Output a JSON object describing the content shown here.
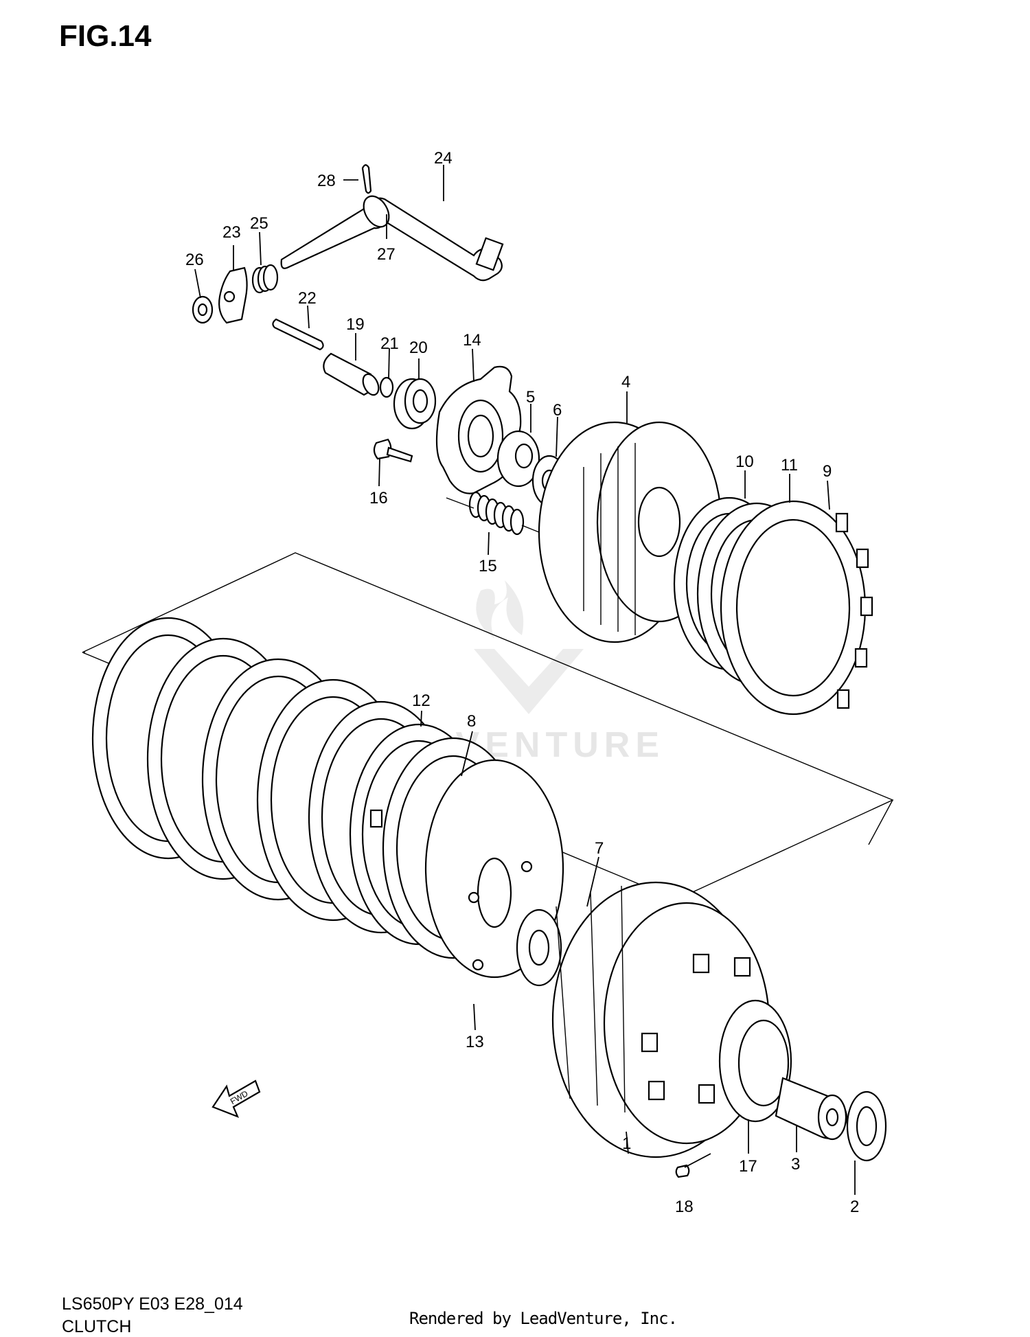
{
  "figure": {
    "title": "FIG.14",
    "model_code": "LS650PY E03 E28_014",
    "section_name": "CLUTCH",
    "credit": "Rendered by LeadVenture, Inc.",
    "watermark": "LEADVENTURE",
    "fwd_label": "FWD"
  },
  "callouts": [
    {
      "id": "1",
      "label": "1"
    },
    {
      "id": "2",
      "label": "2"
    },
    {
      "id": "3",
      "label": "3"
    },
    {
      "id": "4",
      "label": "4"
    },
    {
      "id": "5",
      "label": "5"
    },
    {
      "id": "6",
      "label": "6"
    },
    {
      "id": "7",
      "label": "7"
    },
    {
      "id": "8",
      "label": "8"
    },
    {
      "id": "9",
      "label": "9"
    },
    {
      "id": "10",
      "label": "10"
    },
    {
      "id": "11",
      "label": "11"
    },
    {
      "id": "12",
      "label": "12"
    },
    {
      "id": "13",
      "label": "13"
    },
    {
      "id": "14",
      "label": "14"
    },
    {
      "id": "15",
      "label": "15"
    },
    {
      "id": "16",
      "label": "16"
    },
    {
      "id": "17",
      "label": "17"
    },
    {
      "id": "18",
      "label": "18"
    },
    {
      "id": "19",
      "label": "19"
    },
    {
      "id": "20",
      "label": "20"
    },
    {
      "id": "21",
      "label": "21"
    },
    {
      "id": "22",
      "label": "22"
    },
    {
      "id": "23",
      "label": "23"
    },
    {
      "id": "24",
      "label": "24"
    },
    {
      "id": "25",
      "label": "25"
    },
    {
      "id": "26",
      "label": "26"
    },
    {
      "id": "27",
      "label": "27"
    },
    {
      "id": "28",
      "label": "28"
    }
  ]
}
